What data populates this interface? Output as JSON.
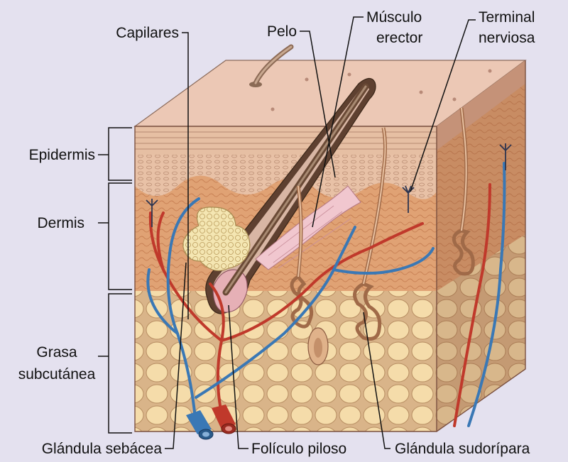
{
  "labels": {
    "capilares": "Capilares",
    "pelo": "Pelo",
    "musculo_1": "Músculo",
    "musculo_2": "erector",
    "terminal_1": "Terminal",
    "terminal_2": "nerviosa",
    "epidermis": "Epidermis",
    "dermis": "Dermis",
    "grasa_1": "Grasa",
    "grasa_2": "subcutánea",
    "glandula_sebacea": "Glándula sebácea",
    "foliculo": "Folículo piloso",
    "glandula_sudoripara": "Glándula sudorípara"
  },
  "colors": {
    "background": "#e4e1ef",
    "skin_surface": "#ecc8b5",
    "epidermis": "#e2b198",
    "dermis": "#df9b70",
    "fat": "#f3d8a5",
    "artery": "#c0392b",
    "vein": "#3a78b5",
    "hair": "#8c6a55"
  }
}
